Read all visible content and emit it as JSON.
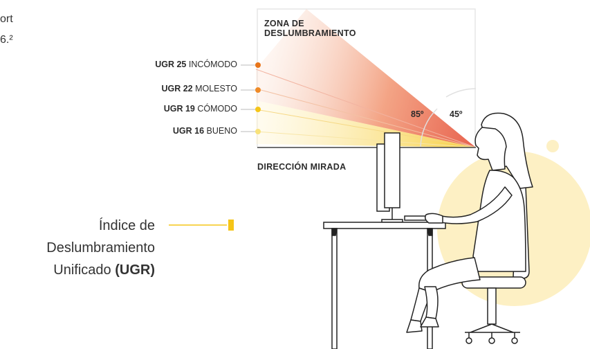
{
  "cut_text": {
    "line1": "ort",
    "line2": "6.²"
  },
  "zone": {
    "title_line1": "ZONA DE",
    "title_line2": "DESLUMBRAMIENTO"
  },
  "direction_label": "DIRECCIÓN MIRADA",
  "angles": {
    "a85": "85º",
    "a45": "45º"
  },
  "ugr_levels": [
    {
      "value": "UGR 25",
      "desc": "INCÓMODO",
      "color": "#e8751a"
    },
    {
      "value": "UGR 22",
      "desc": "MOLESTO",
      "color": "#ef8a26"
    },
    {
      "value": "UGR 19",
      "desc": "CÓMODO",
      "color": "#f5c518"
    },
    {
      "value": "UGR 16",
      "desc": "BUENO",
      "color": "#f8e27a"
    }
  ],
  "caption": {
    "line1": "Índice de",
    "line2": "Deslumbramiento",
    "line3_prefix": "Unificado ",
    "line3_bold": "(UGR)"
  },
  "colors": {
    "accent_yellow": "#f5c518",
    "circle": "#fdf0c4",
    "glare_red": "#e5503a",
    "line": "#222222"
  }
}
